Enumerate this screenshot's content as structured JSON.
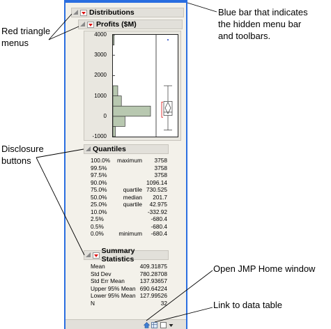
{
  "window": {
    "distributions_title": "Distributions",
    "profits_title": "Profits ($M)",
    "quantiles_title": "Quantiles",
    "summary_title": "Summary Statistics"
  },
  "axis": {
    "ticks": [
      "4000",
      "3000",
      "2000",
      "1000",
      "0",
      "-1000"
    ]
  },
  "chart_data": {
    "type": "bar",
    "orientation": "horizontal",
    "ylim": [
      -1000,
      4000
    ],
    "bins": [
      {
        "from": -1000,
        "to": -500,
        "count": 2
      },
      {
        "from": -500,
        "to": 0,
        "count": 10
      },
      {
        "from": 0,
        "to": 500,
        "count": 31
      },
      {
        "from": 500,
        "to": 1000,
        "count": 7
      },
      {
        "from": 1000,
        "to": 1500,
        "count": 4
      },
      {
        "from": 3500,
        "to": 4000,
        "count": 1
      }
    ],
    "boxplot": {
      "min": -680.4,
      "q1": 42.975,
      "median": 201.7,
      "q3": 730.525,
      "max": 1096.14,
      "whisker_low": -680.4,
      "whisker_high": 1500,
      "outliers": [
        3758
      ],
      "mean": 409.31875,
      "ci_low": 127.99526,
      "ci_high": 690.64224
    }
  },
  "quantiles": [
    {
      "pct": "100.0%",
      "label": "maximum",
      "value": "3758"
    },
    {
      "pct": "99.5%",
      "label": "",
      "value": "3758"
    },
    {
      "pct": "97.5%",
      "label": "",
      "value": "3758"
    },
    {
      "pct": "90.0%",
      "label": "",
      "value": "1096.14"
    },
    {
      "pct": "75.0%",
      "label": "quartile",
      "value": "730.525"
    },
    {
      "pct": "50.0%",
      "label": "median",
      "value": "201.7"
    },
    {
      "pct": "25.0%",
      "label": "quartile",
      "value": "42.975"
    },
    {
      "pct": "10.0%",
      "label": "",
      "value": "-332.92"
    },
    {
      "pct": "2.5%",
      "label": "",
      "value": "-680.4"
    },
    {
      "pct": "0.5%",
      "label": "",
      "value": "-680.4"
    },
    {
      "pct": "0.0%",
      "label": "minimum",
      "value": "-680.4"
    }
  ],
  "summary": [
    {
      "label": "Mean",
      "value": "409.31875"
    },
    {
      "label": "Std Dev",
      "value": "780.28708"
    },
    {
      "label": "Std Err Mean",
      "value": "137.93657"
    },
    {
      "label": "Upper 95% Mean",
      "value": "690.64224"
    },
    {
      "label": "Lower 95% Mean",
      "value": "127.99526"
    },
    {
      "label": "N",
      "value": "32"
    }
  ],
  "callouts": {
    "blue_bar_line1": "Blue bar that indicates",
    "blue_bar_line2": "the hidden menu bar",
    "blue_bar_line3": "and toolbars.",
    "red_tri_line1": "Red triangle",
    "red_tri_line2": "menus",
    "disclosure_line1": "Disclosure",
    "disclosure_line2": "buttons",
    "home_window": "Open JMP Home window",
    "data_table": "Link to data table"
  },
  "colors": {
    "blue_bar": "#2a6ee0",
    "histogram_fill": "#b8c8b0",
    "red_triangle": "#dd1111"
  },
  "icons": {
    "disclosure": "disclosure-triangle-icon",
    "red_triangle": "red-triangle-menu-icon",
    "home": "jmp-home-icon",
    "data_table": "data-table-icon"
  }
}
